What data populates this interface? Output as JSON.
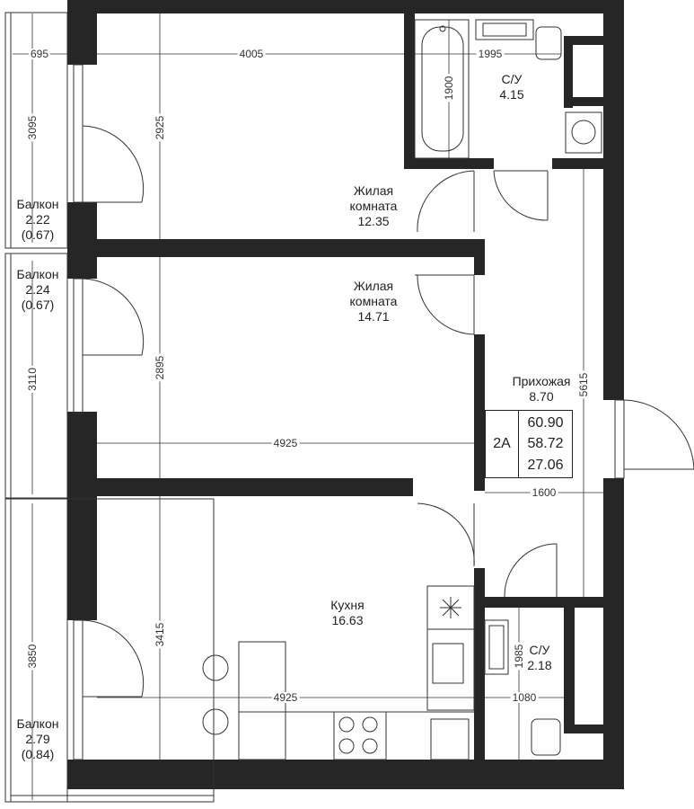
{
  "rooms": {
    "bath1": {
      "name": "С/У",
      "area": "4.15"
    },
    "living1": {
      "name_line1": "Жилая",
      "name_line2": "комната",
      "area": "12.35"
    },
    "living2": {
      "name_line1": "Жилая",
      "name_line2": "комната",
      "area": "14.71"
    },
    "hall": {
      "name": "Прихожая",
      "area": "8.70"
    },
    "kitchen": {
      "name": "Кухня",
      "area": "16.63"
    },
    "bath2": {
      "name": "С/У",
      "area": "2.18"
    },
    "balcony1": {
      "name": "Балкон",
      "area": "2.22",
      "reduced": "(0.67)"
    },
    "balcony2": {
      "name": "Балкон",
      "area": "2.24",
      "reduced": "(0.67)"
    },
    "balcony3": {
      "name": "Балкон",
      "area": "2.79",
      "reduced": "(0.84)"
    }
  },
  "apartment": {
    "type": "2А",
    "total_area": "60.90",
    "area_no_balconies": "58.72",
    "living_area": "27.06"
  },
  "dimensions": {
    "balcony_width": "695",
    "balcony1_len": "3095",
    "balcony2_len": "3110",
    "balcony3_len": "3850",
    "room1_width": "4005",
    "room1_depth": "2925",
    "bath1_width": "1995",
    "bath1_depth": "1900",
    "room2_depth": "2895",
    "room2_width": "4925",
    "hall_len": "5615",
    "hall_width": "1600",
    "kitchen_depth": "3415",
    "kitchen_width": "4925",
    "bath2_depth": "1985",
    "bath2_width": "1080"
  },
  "colors": {
    "wall": "#262626",
    "line": "#333333",
    "background": "#ffffff"
  }
}
